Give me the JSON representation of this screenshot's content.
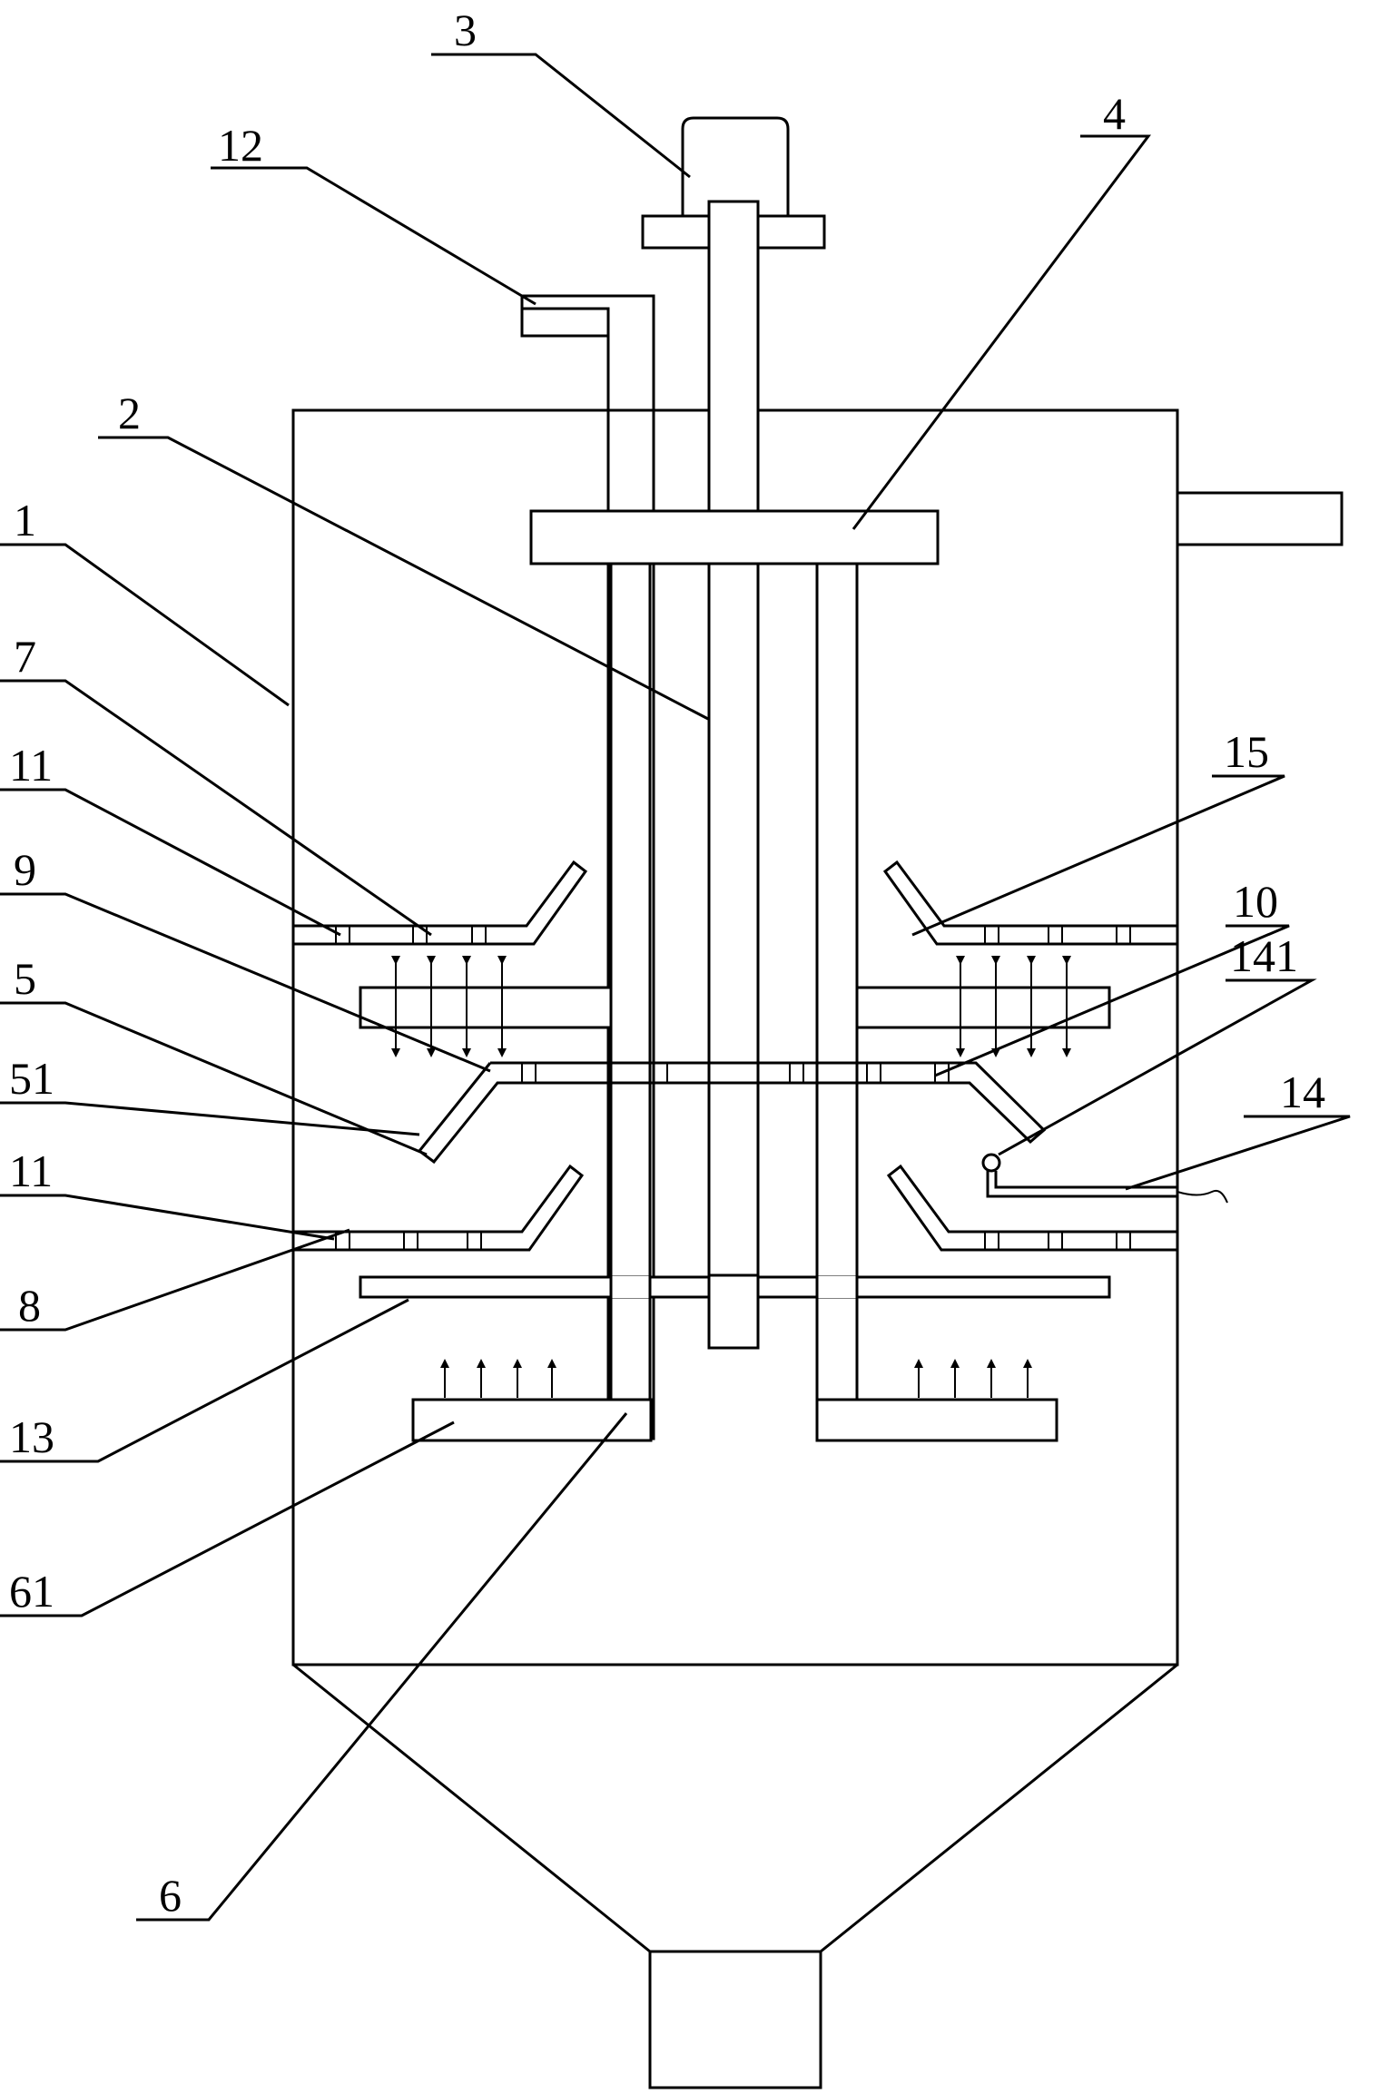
{
  "labels": {
    "l3": "3",
    "l12": "12",
    "l4": "4",
    "l2": "2",
    "l1": "1",
    "l7": "7",
    "l11a": "11",
    "l15": "15",
    "l9": "9",
    "l10": "10",
    "l5": "5",
    "l141": "141",
    "l51": "51",
    "l14": "14",
    "l11b": "11",
    "l8": "8",
    "l13": "13",
    "l61": "61",
    "l6": "6"
  }
}
